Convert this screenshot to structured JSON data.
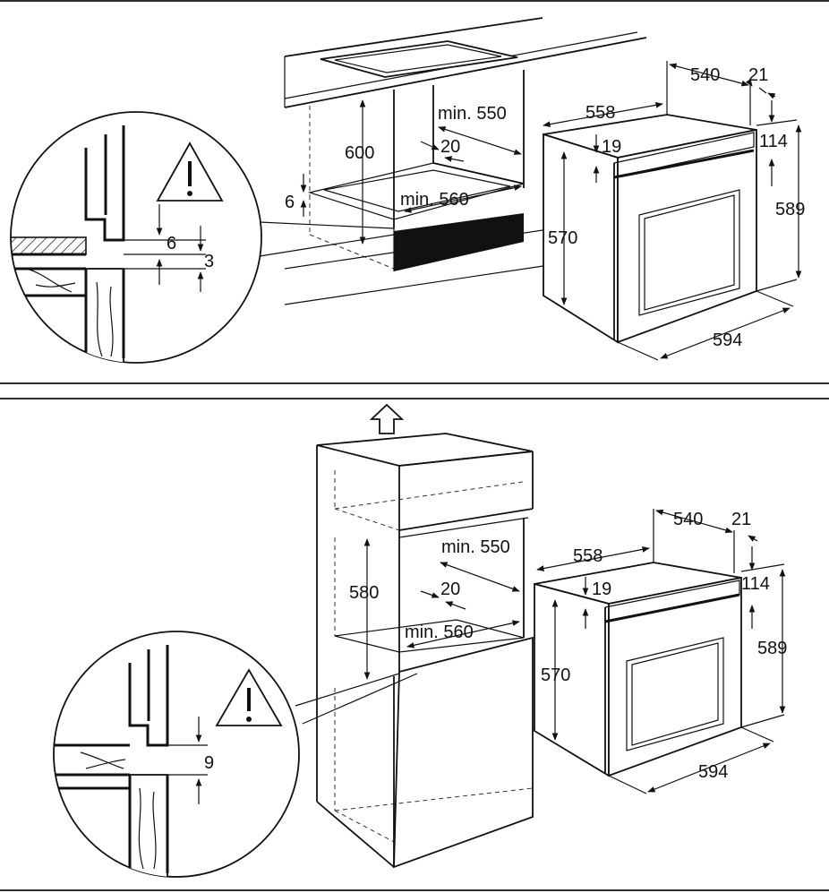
{
  "colors": {
    "line": "#111111",
    "background": "#ffffff"
  },
  "panel_top": {
    "cabinet_dims": {
      "height": "600",
      "depth": "min. 550",
      "gap": "20",
      "width": "min. 560",
      "side": "6"
    },
    "detail_dims": {
      "top": "6",
      "bottom": "3"
    },
    "oven_dims": {
      "d540": "540",
      "d21": "21",
      "d558": "558",
      "d19": "19",
      "d114": "114",
      "d589": "589",
      "d570": "570",
      "d594": "594"
    }
  },
  "panel_bottom": {
    "cabinet_dims": {
      "height": "580",
      "depth": "min. 550",
      "gap": "20",
      "width": "min. 560"
    },
    "detail_dims": {
      "gap": "9"
    },
    "oven_dims": {
      "d540": "540",
      "d21": "21",
      "d558": "558",
      "d19": "19",
      "d114": "114",
      "d589": "589",
      "d570": "570",
      "d594": "594"
    }
  },
  "icons": {
    "warning": "warning-triangle-icon",
    "arrow": "up-arrow-icon"
  }
}
